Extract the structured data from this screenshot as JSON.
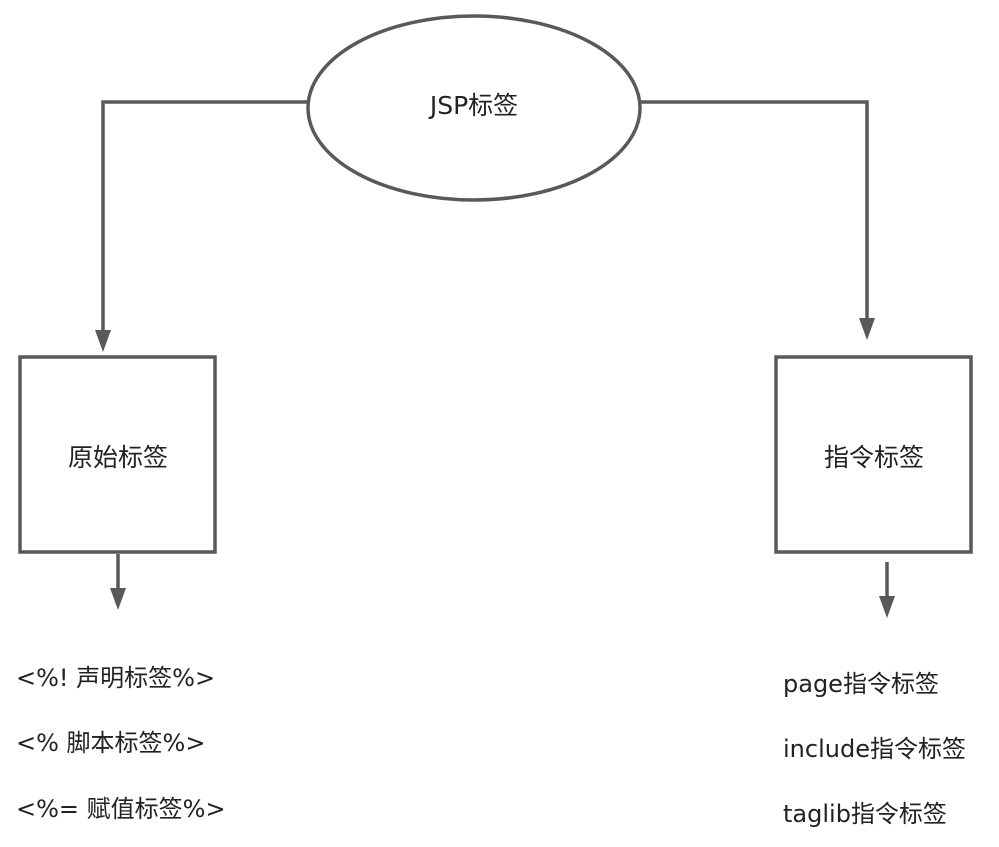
{
  "diagram": {
    "root": {
      "label": "JSP标签"
    },
    "left": {
      "label": "原始标签",
      "items": [
        "<%! 声明标签%>",
        "<% 脚本标签%>",
        "<%= 赋值标签%>"
      ]
    },
    "right": {
      "label": "指令标签",
      "items": [
        "page指令标签",
        "include指令标签",
        "taglib指令标签"
      ]
    },
    "colors": {
      "stroke": "#595959",
      "text": "#222222",
      "background": "#ffffff"
    }
  }
}
